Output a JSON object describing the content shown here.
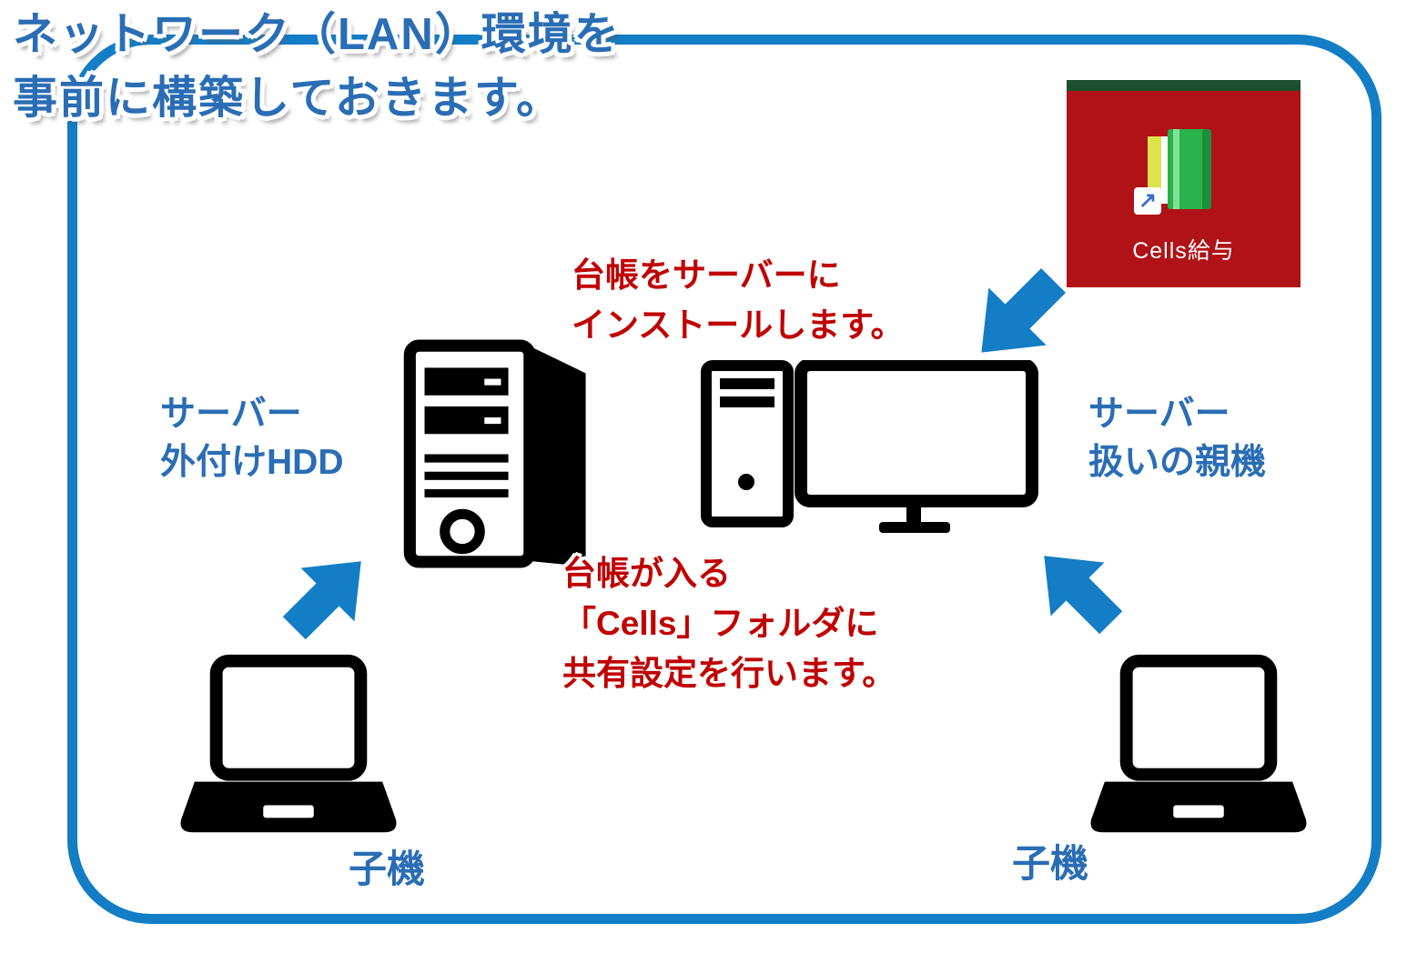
{
  "title": {
    "line1": "ネットワーク（LAN）環境を",
    "line2": "事前に構築しておきます。"
  },
  "desktop_icon": {
    "label": "Cells給与",
    "shortcut_arrow": "↗"
  },
  "notes": {
    "install": {
      "line1": "台帳をサーバーに",
      "line2": "インストールします。"
    },
    "share": {
      "line1": "台帳が入る",
      "line2": "「Cells」フォルダに",
      "line3": "共有設定を行います。"
    }
  },
  "labels": {
    "server_hdd": {
      "line1": "サーバー",
      "line2": "外付けHDD"
    },
    "parent_machine": {
      "line1": "サーバー",
      "line2": "扱いの親機"
    },
    "child_left": "子機",
    "child_right": "子機"
  },
  "colors": {
    "frame_blue": "#137dc5",
    "arrow_blue": "#137dc5",
    "text_blue": "#2a6db5",
    "note_red": "#c00000",
    "icon_black": "#000000",
    "desktop_icon_red": "#b01217",
    "desktop_icon_strip_green": "#1c4f2e",
    "folder_green": "#29b34a",
    "folder_pages_yellow": "#dce34b"
  }
}
